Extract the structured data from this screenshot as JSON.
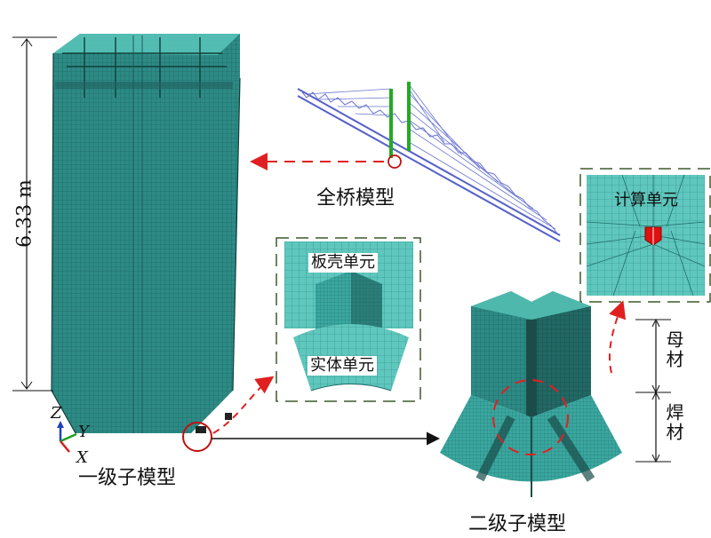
{
  "labels": {
    "height_dim": "6.33 m",
    "full_bridge": "全桥模型",
    "level1": "一级子模型",
    "level2": "二级子模型",
    "shell": "板壳单元",
    "solid": "实体单元",
    "calc": "计算单元",
    "base_metal": "母材",
    "weld": "焊材"
  },
  "axes": {
    "z": "Z",
    "y": "Y",
    "x": "X"
  },
  "colors": {
    "mesh": "#2f8f8a",
    "mesh_dark": "#1f6f6a",
    "mesh_light": "#6fd3c9",
    "red_dash": "#e02020",
    "pylon_green": "#22aa22",
    "cable_blue": "#5560c8"
  }
}
